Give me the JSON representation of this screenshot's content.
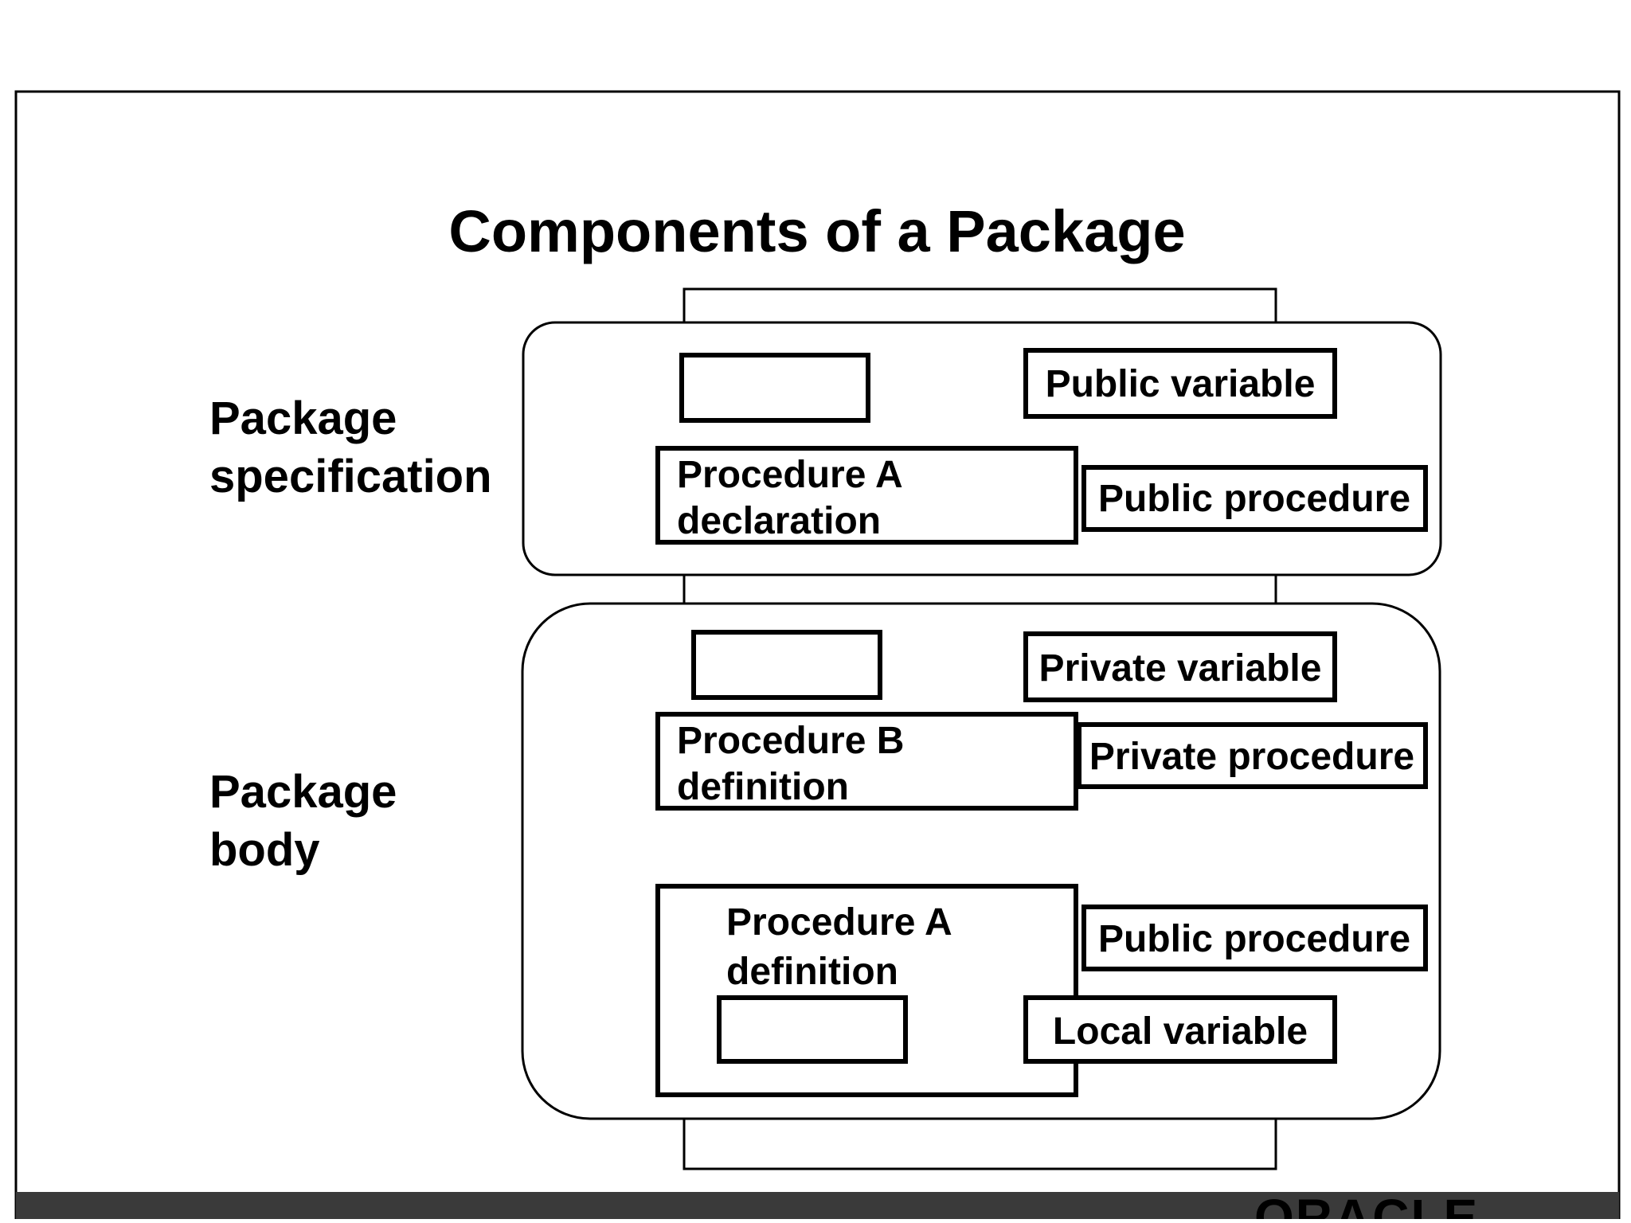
{
  "slide": {
    "title": "Components of a Package"
  },
  "sections": {
    "specification": {
      "label_line1": "Package",
      "label_line2": "specification"
    },
    "body": {
      "label_line1": "Package",
      "label_line2": "body"
    }
  },
  "boxes": {
    "proc_a_declaration": {
      "line1": "Procedure A",
      "line2": "declaration"
    },
    "proc_b_definition": {
      "line1": "Procedure B",
      "line2": "definition"
    },
    "proc_a_definition": {
      "line1": "Procedure A",
      "line2": "definition"
    }
  },
  "callouts": {
    "public_variable": "Public variable",
    "public_procedure_spec": "Public procedure",
    "private_variable": "Private variable",
    "private_procedure": "Private procedure",
    "public_procedure_body": "Public procedure",
    "local_variable": "Local variable"
  },
  "footer": {
    "logo_text": "ORACLE",
    "bar_color": "#3a3a3a",
    "logo_color": "#ffffff"
  }
}
